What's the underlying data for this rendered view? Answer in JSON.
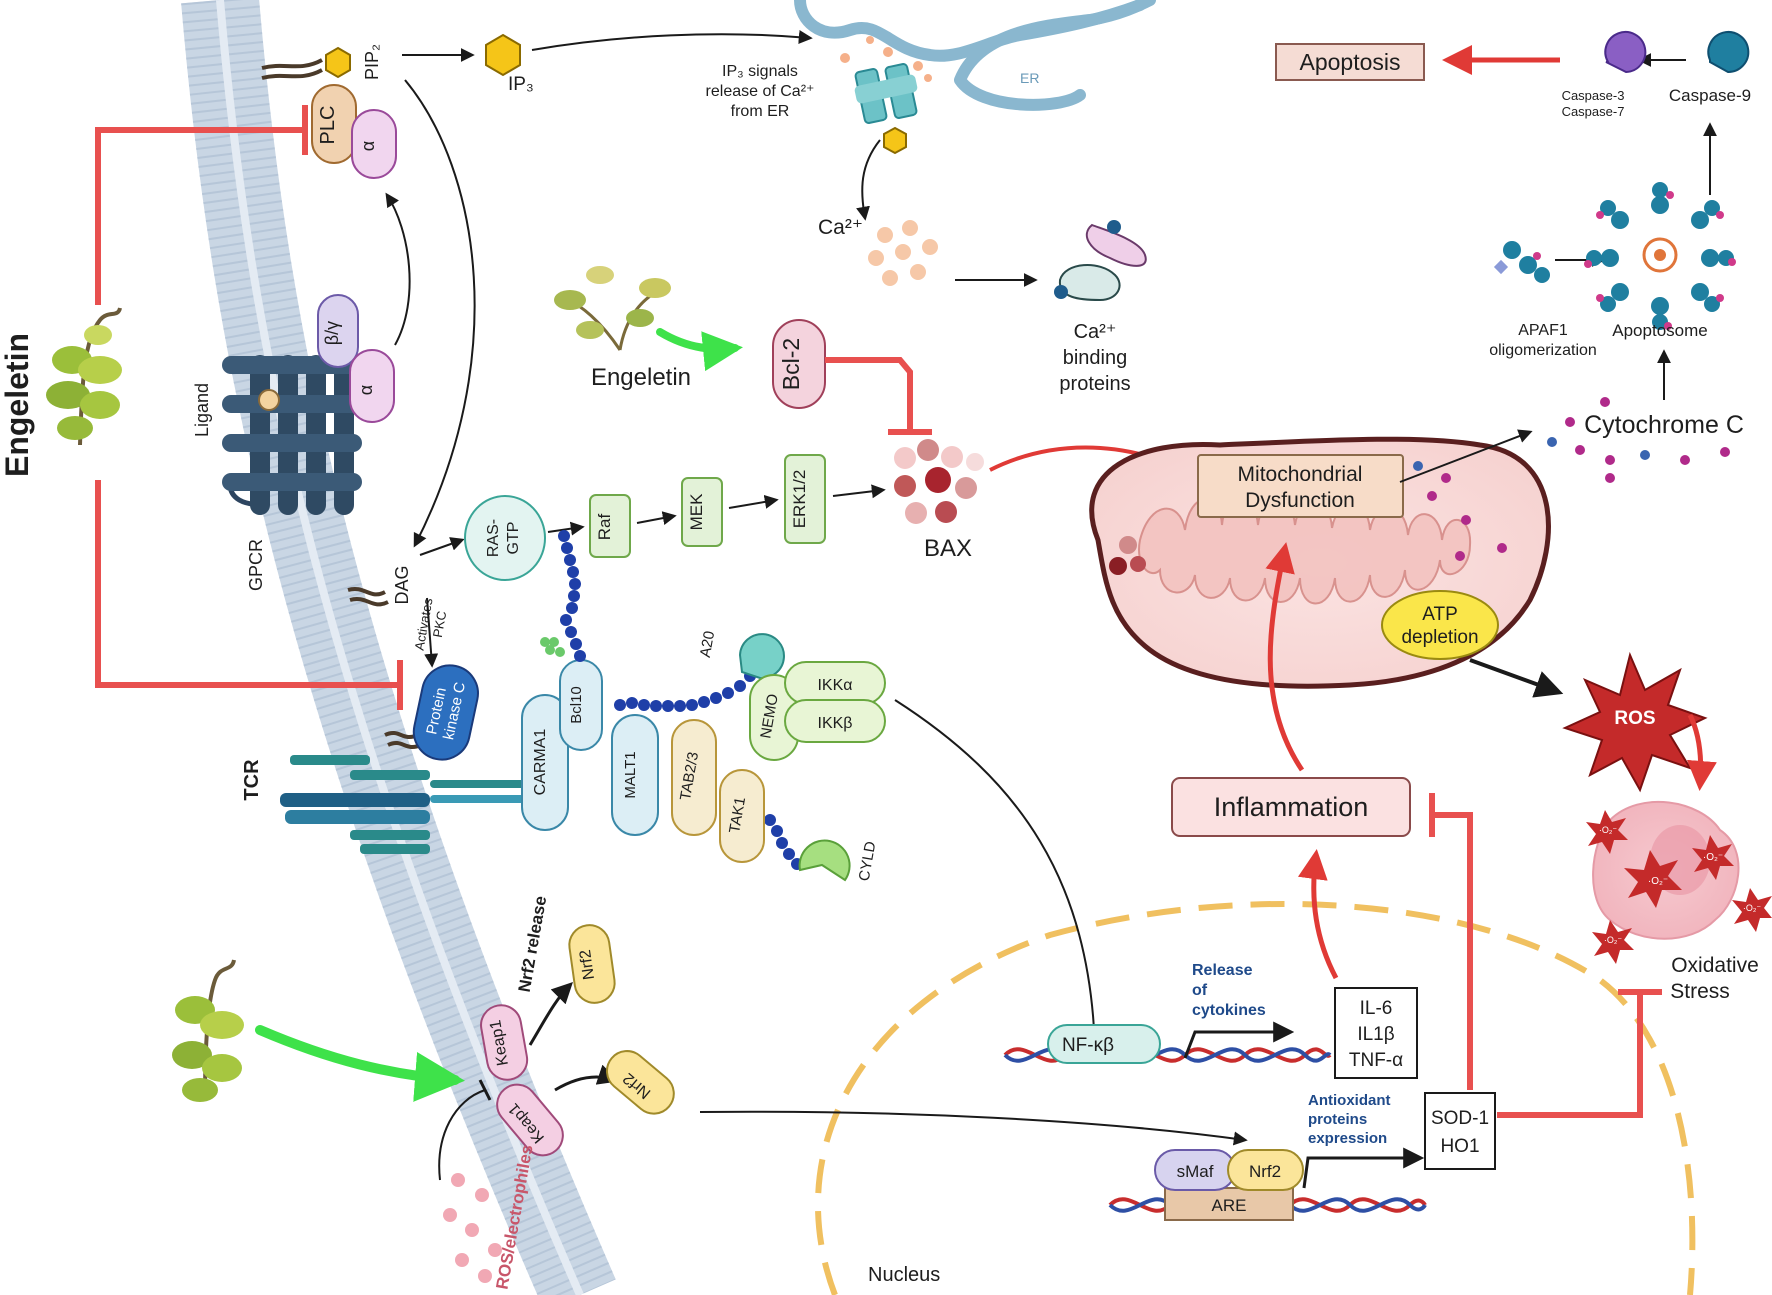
{
  "membrane": {
    "pip2": "PIP₂",
    "plc": "PLC",
    "alpha": "α",
    "beta_gamma": "β/γ",
    "ligand": "Ligand",
    "gpcr": "GPCR",
    "dag": "DAG",
    "activates_pkc_1": "Activates",
    "activates_pkc_2": "PKC",
    "pkc_1": "Protein",
    "pkc_2": "kinase C",
    "tcr": "TCR"
  },
  "engeletin": {
    "left_label": "Engeletin",
    "center_label": "Engeletin"
  },
  "ip3_pathway": {
    "ip3": "IP₃",
    "ip3_signal_1": "IP₃ signals",
    "ip3_signal_2": "release of Ca²⁺",
    "ip3_signal_3": "from ER",
    "er": "ER",
    "ca": "Ca²⁺",
    "ca_binding_1": "Ca²⁺",
    "ca_binding_2": "binding",
    "ca_binding_3": "proteins"
  },
  "mapk": {
    "ras_1": "RAS-",
    "ras_2": "GTP",
    "raf": "Raf",
    "mek": "MEK",
    "erk": "ERK1/2",
    "bcl2": "Bcl-2",
    "bax": "BAX"
  },
  "nfkb_complex": {
    "carma1": "CARMA1",
    "bcl10": "Bcl10",
    "malt1": "MALT1",
    "a20": "A20",
    "nemo": "NEMO",
    "ikka": "IKKα",
    "ikkb": "IKKβ",
    "tab": "TAB2/3",
    "tak1": "TAK1",
    "cyld": "CYLD"
  },
  "mito": {
    "dysfunction_1": "Mitochondrial",
    "dysfunction_2": "Dysfunction",
    "atp_1": "ATP",
    "atp_2": "depletion",
    "ros": "ROS",
    "cytochrome": "Cytochrome C",
    "oxidative_1": "Oxidative",
    "oxidative_2": "Stress",
    "o2": "·O₂⁻"
  },
  "apoptosis": {
    "apoptosis": "Apoptosis",
    "casp37_1": "Caspase-3",
    "casp37_2": "Caspase-7",
    "casp9": "Caspase-9",
    "apaf1_1": "APAF1",
    "apaf1_2": "oligomerization",
    "apoptosome": "Apoptosome"
  },
  "nucleus": {
    "label": "Nucleus",
    "nfkb": "NF-κβ",
    "release_1": "Release",
    "release_2": "of",
    "release_3": "cytokines",
    "il6": "IL-6",
    "il1b": "IL1β",
    "tnfa": "TNF-α",
    "inflammation": "Inflammation",
    "antiox_1": "Antioxidant",
    "antiox_2": "proteins",
    "antiox_3": "expression",
    "smaf": "sMaf",
    "nrf2": "Nrf2",
    "are": "ARE",
    "sod1": "SOD-1",
    "ho1": "HO1"
  },
  "keap": {
    "nrf2_release": "Nrf2 release",
    "keap1_a": "Keap1",
    "keap1_b": "Keap1",
    "nrf2_a": "Nrf2",
    "nrf2_b": "Nrf2",
    "ros_electrophiles": "ROS/electrophiles"
  },
  "colors": {
    "inhibit_red": "#e8504f",
    "green_arrow": "#3ee24a",
    "membrane": "#c9d6e4",
    "mito_outline": "#5a1f1f",
    "nucleus_dash": "#f0c060",
    "label_box": "#f5dcd4"
  }
}
